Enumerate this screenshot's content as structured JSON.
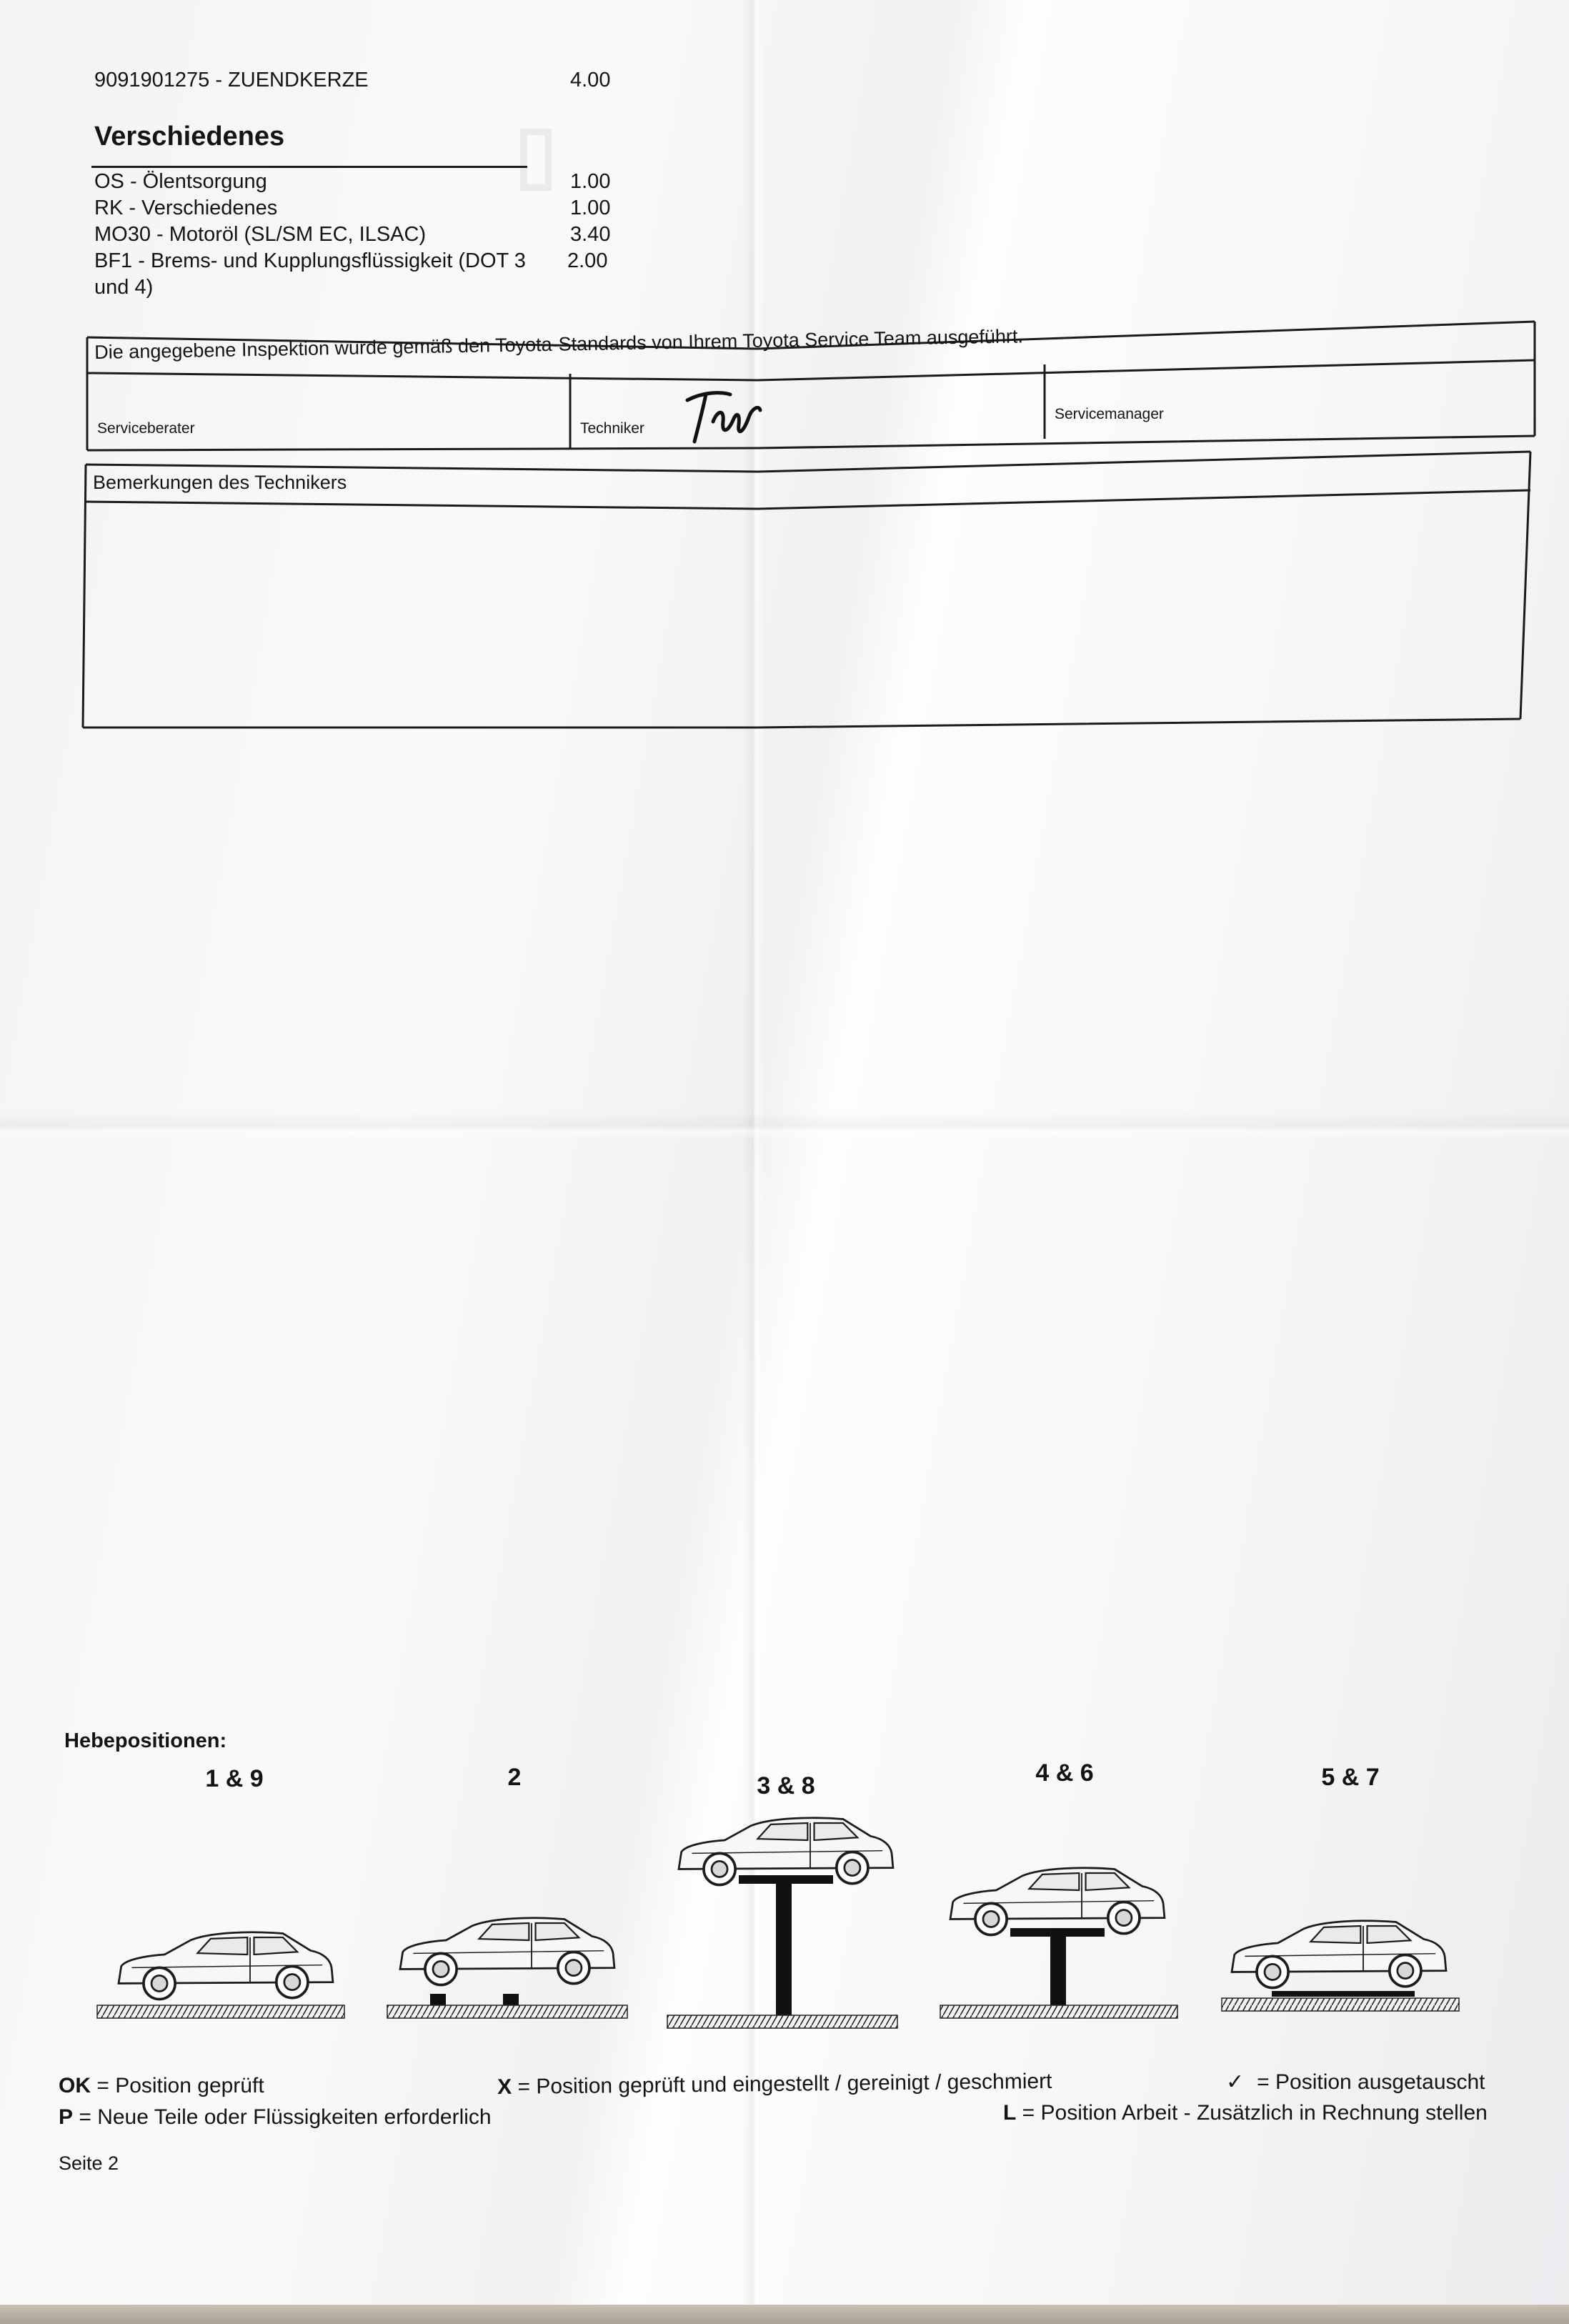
{
  "parts": {
    "item": "9091901275 - ZUENDKERZE",
    "qty": "4.00"
  },
  "misc": {
    "heading": "Verschiedenes",
    "rows": [
      {
        "desc": "OS - Ölentsorgung",
        "qty": "1.00"
      },
      {
        "desc": "RK - Verschiedenes",
        "qty": "1.00"
      },
      {
        "desc": "MO30 - Motoröl (SL/SM EC, ILSAC)",
        "qty": "3.40"
      },
      {
        "desc": "BF1 - Brems- und Kupplungsflüssigkeit (DOT 3",
        "desc2": "und 4)",
        "qty": "2.00"
      }
    ]
  },
  "inspection": {
    "statement": "Die angegebene Inspektion wurde gemäß den Toyota-Standards von Ihrem Toyota Service Team ausgeführt.",
    "service_advisor": "Serviceberater",
    "technician": "Techniker",
    "service_manager": "Servicemanager"
  },
  "remarks": {
    "title": "Bemerkungen des Technikers"
  },
  "lift": {
    "title": "Hebepositionen:",
    "positions": [
      "1 & 9",
      "2",
      "3 & 8",
      "4 & 6",
      "5 & 7"
    ]
  },
  "legend": {
    "ok_key": "OK",
    "ok_text": " = Position geprüft",
    "p_key": "P",
    "p_text": " = Neue Teile oder Flüssigkeiten erforderlich",
    "x_key": "X",
    "x_text": " = Position geprüft und eingestellt / gereinigt / geschmiert",
    "check_key": "✓",
    "check_text": "= Position ausgetauscht",
    "l_key": "L",
    "l_text": " = Position Arbeit - Zusätzlich in Rechnung stellen"
  },
  "footer": {
    "page": "Seite 2"
  }
}
